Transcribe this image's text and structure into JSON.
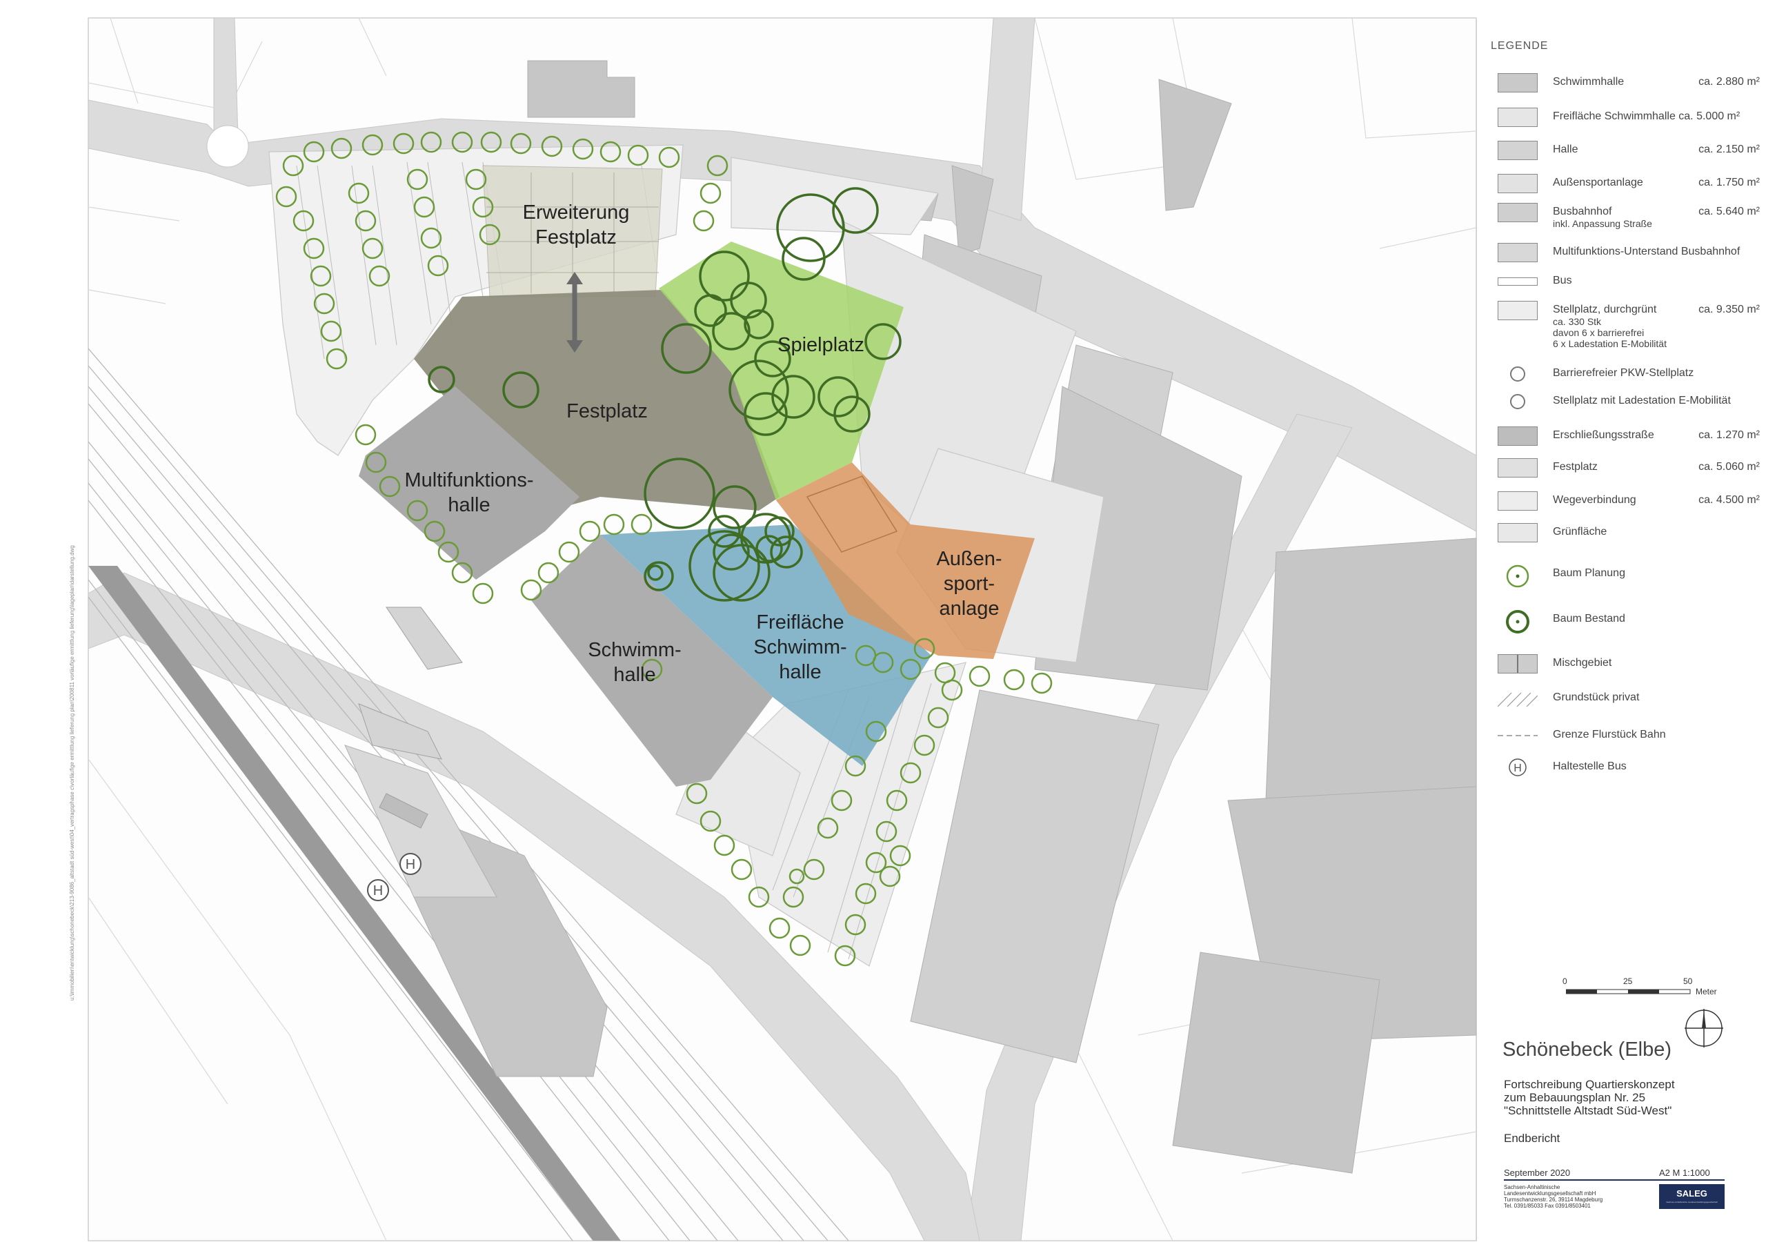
{
  "areas": {
    "erweiterung_festplatz": "Erweiterung\nFestplatz",
    "festplatz": "Festplatz",
    "spielplatz": "Spielplatz",
    "multifunktionshalle": "Multifunktions-\nhalle",
    "schwimmhalle": "Schwimm-\nhalle",
    "freiflaeche": "Freifläche\nSchwimm-\nhalle",
    "aussensport": "Außen-\nsport-\nanlage"
  },
  "colors": {
    "festplatz": "#8b8a78",
    "spielplatz": "#a5d46a",
    "freiflaeche": "#7aaec4",
    "aussensport": "#d9955e",
    "building": "#c6c6c6",
    "street": "#dadada",
    "tree": "#5c8a2e"
  },
  "legend": {
    "title": "LEGENDE",
    "items": [
      {
        "label": "Schwimmhalle",
        "area": "ca.  2.880 m²",
        "fill": "#c9c9c9"
      },
      {
        "label": "Freifläche Schwimmhalle ca.  5.000 m²",
        "area": "",
        "fill": "#e6e6e6"
      },
      {
        "label": "Halle",
        "area": "ca.  2.150 m²",
        "fill": "#d3d3d3"
      },
      {
        "label": "Außensportanlage",
        "area": "ca.  1.750 m²",
        "fill": "#e2e2e2"
      },
      {
        "label": "Busbahnhof",
        "sub": "inkl. Anpassung Straße",
        "area": "ca.  5.640 m²",
        "fill": "#cfcfcf"
      },
      {
        "label": "Multifunktions-Unterstand Busbahnhof",
        "area": "",
        "fill": "#d8d8d8"
      },
      {
        "label": "Bus",
        "area": "",
        "fill": "#ffffff"
      },
      {
        "label": "Stellplatz, durchgrünt",
        "sub": "ca. 330 Stk\ndavon 6 x barrierefrei\n6 x Ladestation E-Mobilität",
        "area": "ca.  9.350 m²",
        "fill": "#eeeeee"
      },
      {
        "label": "Barrierefreier PKW-Stellplatz",
        "area": "",
        "fill": "none"
      },
      {
        "label": "Stellplatz mit Ladestation E-Mobilität",
        "area": "",
        "fill": "none"
      },
      {
        "label": "Erschließungsstraße",
        "area": "ca.  1.270 m²",
        "fill": "#bdbdbd"
      },
      {
        "label": "Festplatz",
        "area": "ca.  5.060 m²",
        "fill": "#e0e0e0"
      },
      {
        "label": "Wegeverbindung",
        "area": "ca.  4.500 m²",
        "fill": "#ededed"
      },
      {
        "label": "Grünfläche",
        "area": "",
        "fill": "#e8e8e8"
      },
      {
        "label": "Baum Planung",
        "area": "",
        "fill": "none"
      },
      {
        "label": "Baum Bestand",
        "area": "",
        "fill": "none"
      },
      {
        "label": "Mischgebiet",
        "area": "",
        "fill": "#cccccc"
      },
      {
        "label": "Grundstück privat",
        "area": "",
        "fill": "none"
      },
      {
        "label": "Grenze Flurstück Bahn",
        "area": "",
        "fill": "none"
      },
      {
        "label": "Haltestelle Bus",
        "area": "",
        "fill": "none"
      }
    ]
  },
  "scale": {
    "t0": "0",
    "t1": "25",
    "t2": "50",
    "unit": "Meter"
  },
  "title": {
    "city": "Schönebeck (Elbe)",
    "line1": "Fortschreibung Quartierskonzept",
    "line2": "zum Bebauungsplan Nr. 25",
    "line3": "\"Schnittstelle Altstadt Süd-West\"",
    "line4": "Endbericht"
  },
  "footer": {
    "date": "September 2020",
    "format": "A2   M  1:1000",
    "org1": "Sachsen-Anhaltinische",
    "org2": "Landesentwicklungsgesellschaft mbH",
    "org3": "Turmschanzenstr. 26, 39114 Magdeburg",
    "org4": "Tel. 0391/85033 Fax 0391/8503401",
    "logo": "SALEG",
    "logo_sub": "Sachsen-Anhaltinische Landesentwicklungsgesellschaft"
  },
  "map": {
    "bus_stop": "H"
  },
  "filepath": "u:\\immobilien\\entwicklung\\schonebeck\\213-9086_altstadt süd-west\\04_vertragsphase c\\vorläufige ermittlung lieferung plan\\200811 vorläufige ermittlung lieferung\\lageplan\\darstellung.dwg"
}
